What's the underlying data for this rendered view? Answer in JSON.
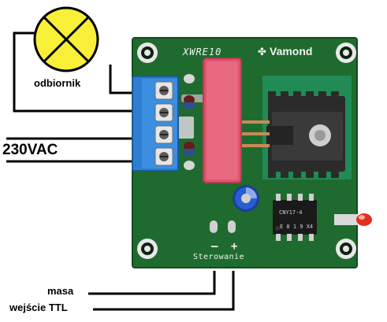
{
  "labels": {
    "load": "odbiornik",
    "mains": "230VAC",
    "ground": "masa",
    "ttl_input": "wejście TTL"
  },
  "board": {
    "model": "XWRE10",
    "brand": "Vamond",
    "control_label": "Sterowanie",
    "minus_sign": "–",
    "plus_sign": "+",
    "ic_marking_1": "CNY17-4",
    "ic_marking_2": "E 8 1 9 X4"
  },
  "colors": {
    "pcb": "#1f6b2f",
    "lamp": "#f7ef38",
    "terminal_block": "#2b7fd1",
    "relay": "#e0536d",
    "heatsink": "#2d2d2d",
    "led": "#e23020"
  },
  "icons": {
    "lamp": "lamp-cross-icon",
    "logo": "vamond-flower-icon"
  }
}
